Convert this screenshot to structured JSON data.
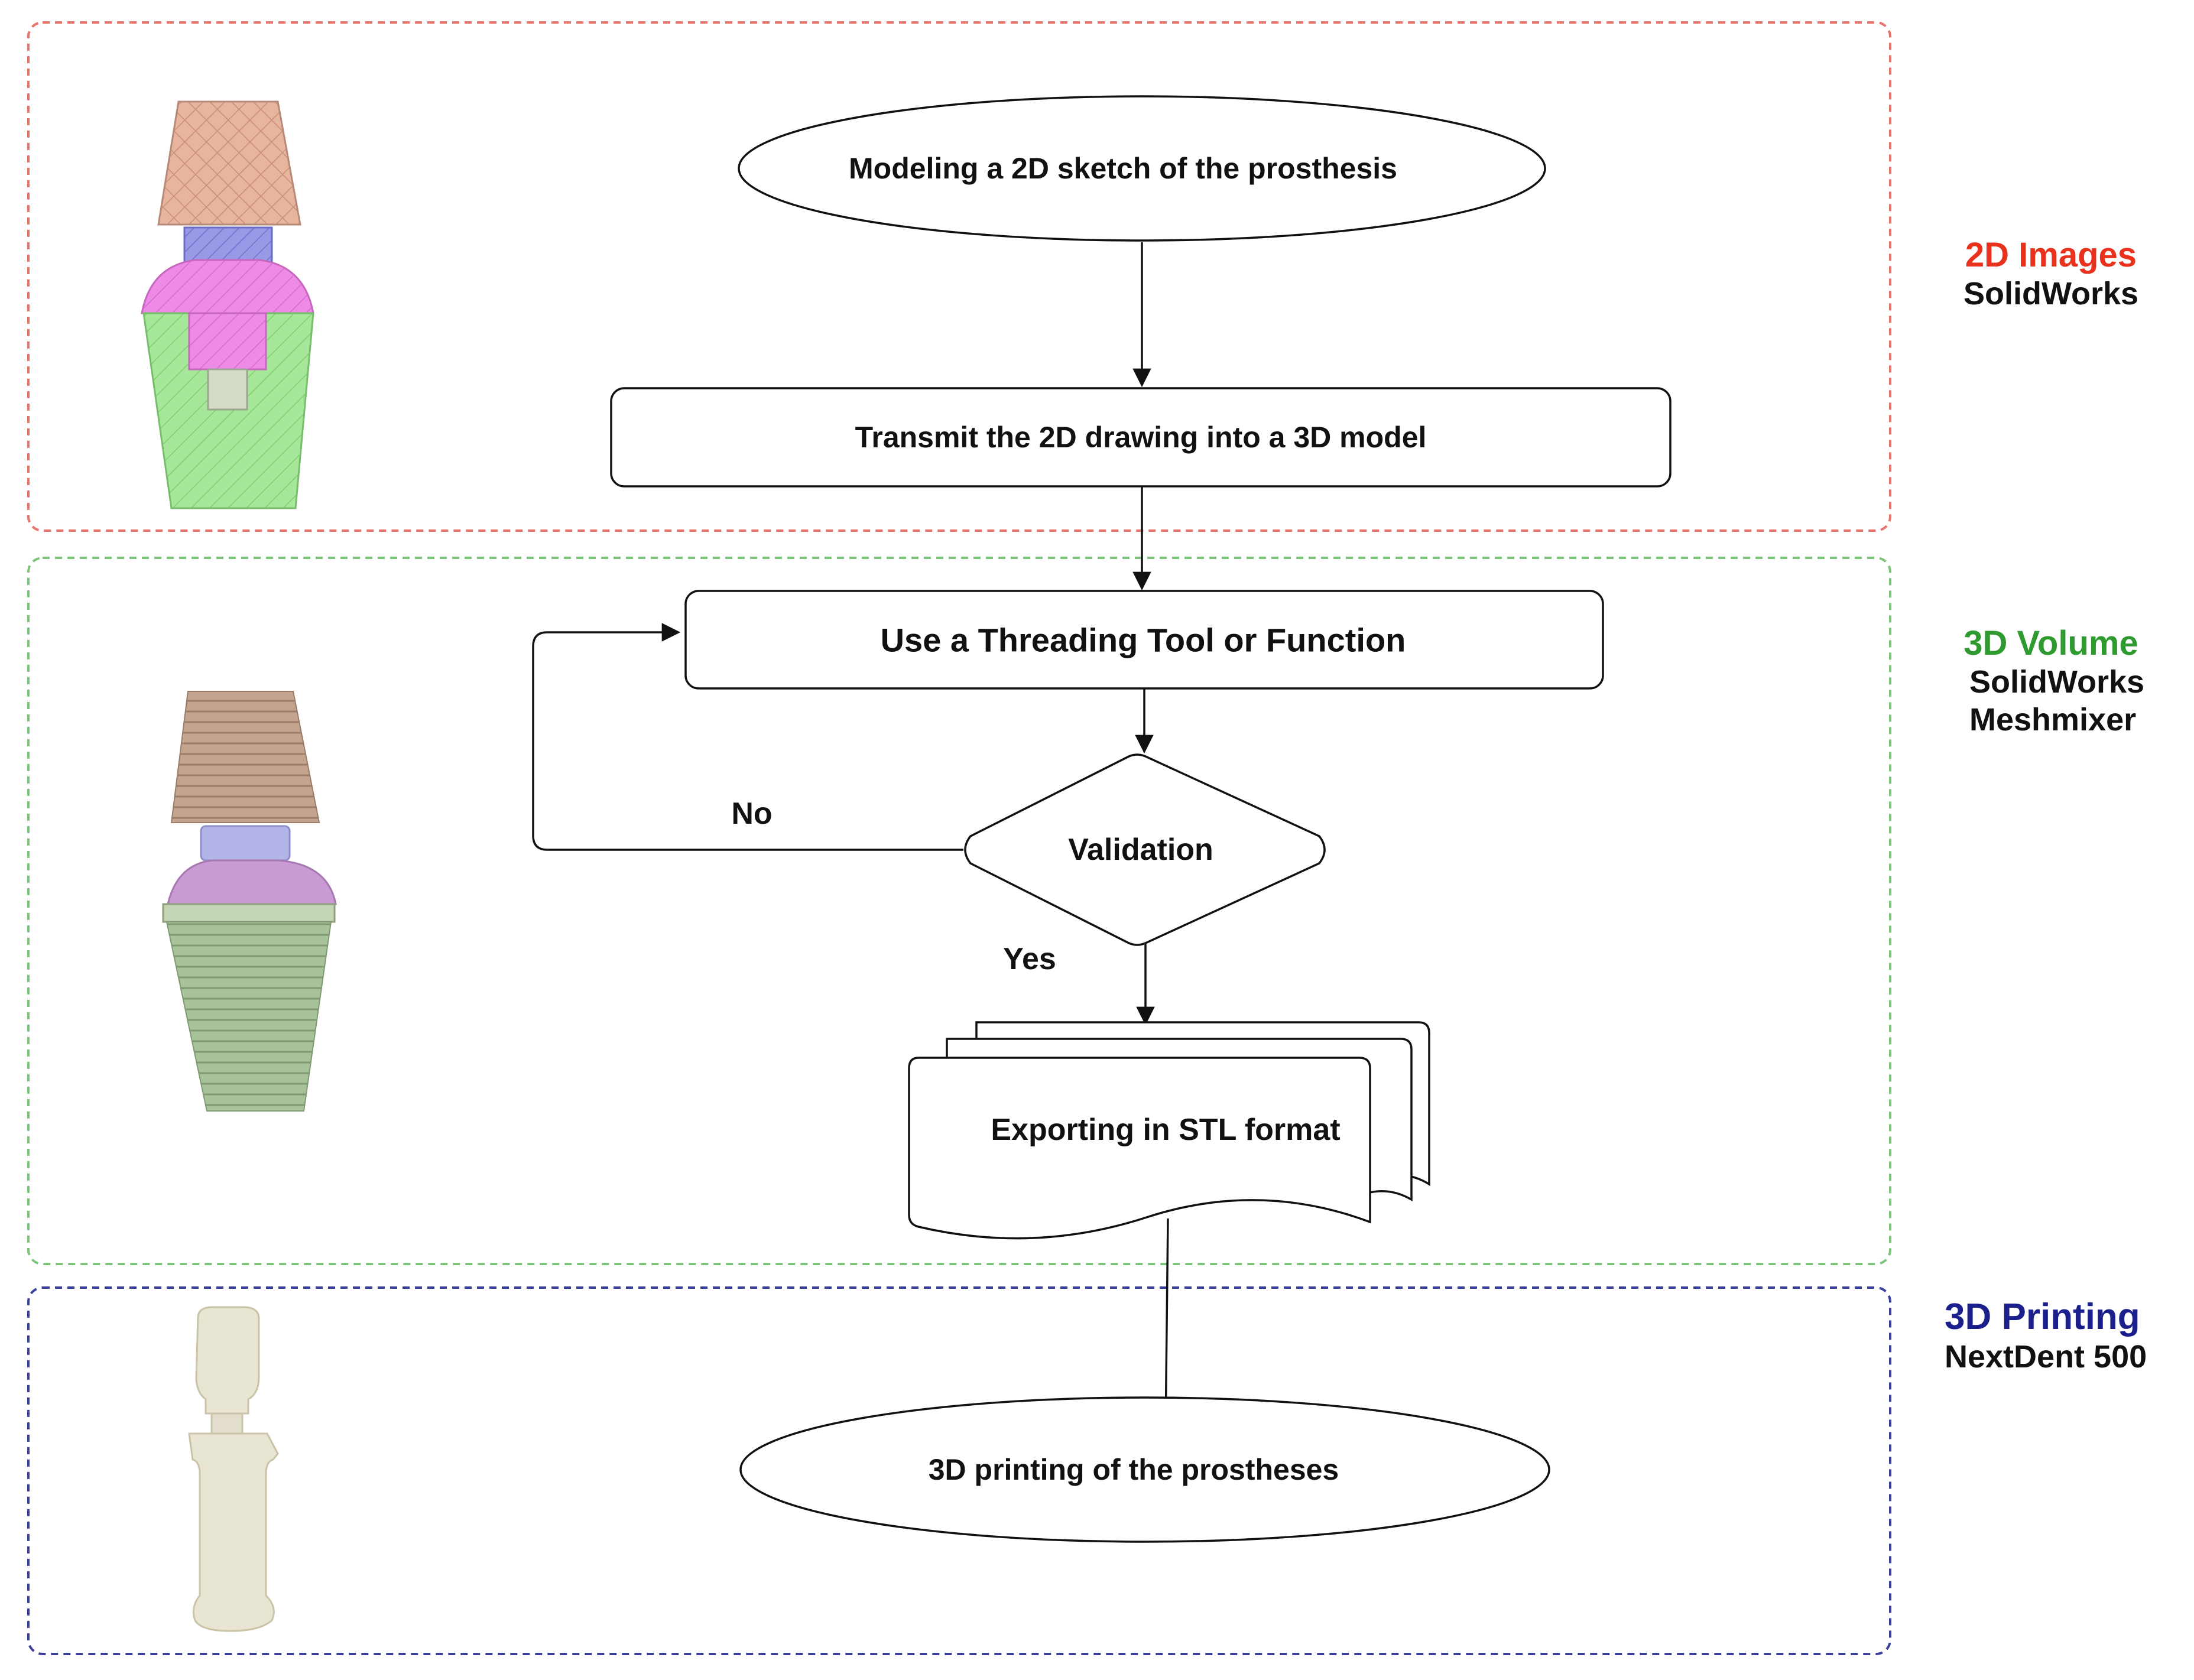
{
  "colors": {
    "section_2d": "#e8736a",
    "section_3d": "#7cc47a",
    "section_print": "#3a3f9e",
    "label_2d": "#e8321e",
    "label_3d": "#2f9a2f",
    "label_print": "#1a1f8c",
    "tool_text": "#111111",
    "stroke": "#111111"
  },
  "sections": {
    "images_2d": {
      "title": "2D Images",
      "tools": [
        "SolidWorks"
      ]
    },
    "volume_3d": {
      "title": "3D Volume",
      "tools": [
        "SolidWorks",
        "Meshmixer"
      ]
    },
    "printing_3d": {
      "title": "3D Printing",
      "tools": [
        "NextDent 500"
      ]
    }
  },
  "nodes": {
    "sketch": "Modeling a 2D sketch of the prosthesis",
    "transmit": "Transmit the 2D drawing into a 3D model",
    "threading": "Use a Threading Tool or Function",
    "validation": "Validation",
    "export": "Exporting in STL format",
    "print": "3D printing of the prostheses"
  },
  "edges": {
    "no_label": "No",
    "yes_label": "Yes"
  },
  "illustrations": [
    {
      "name": "2d-prosthesis-sketch-illustration",
      "colors": [
        "#e7b49e",
        "#9a99e6",
        "#ee8be6",
        "#a6e79a"
      ]
    },
    {
      "name": "3d-threaded-prosthesis-illustration",
      "colors": [
        "#c5a48f",
        "#b3b4e8",
        "#c99ad3",
        "#a8c29a"
      ]
    },
    {
      "name": "printed-prosthesis-illustration",
      "colors": [
        "#e9e5d3"
      ]
    }
  ]
}
